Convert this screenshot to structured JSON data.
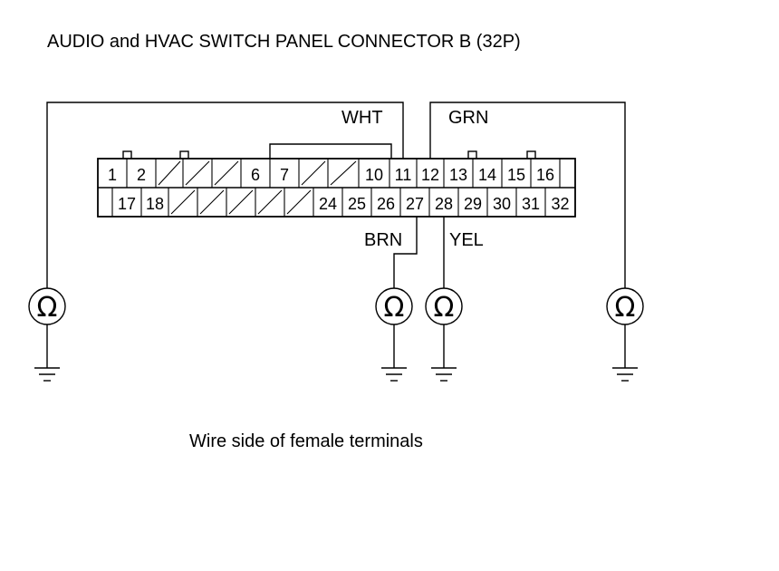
{
  "title": "AUDIO and HVAC SWITCH PANEL CONNECTOR B (32P)",
  "caption": "Wire side of female terminals",
  "meter_symbol": "Ω",
  "wires": {
    "wht": "WHT",
    "grn": "GRN",
    "brn": "BRN",
    "yel": "YEL"
  },
  "pins_top": [
    "1",
    "2",
    "",
    "",
    "",
    "6",
    "7",
    "",
    "",
    "10",
    "11",
    "12",
    "13",
    "14",
    "15",
    "16"
  ],
  "pins_bottom": [
    "17",
    "18",
    "",
    "",
    "",
    "",
    "",
    "24",
    "25",
    "26",
    "27",
    "28",
    "29",
    "30",
    "31",
    "32"
  ]
}
